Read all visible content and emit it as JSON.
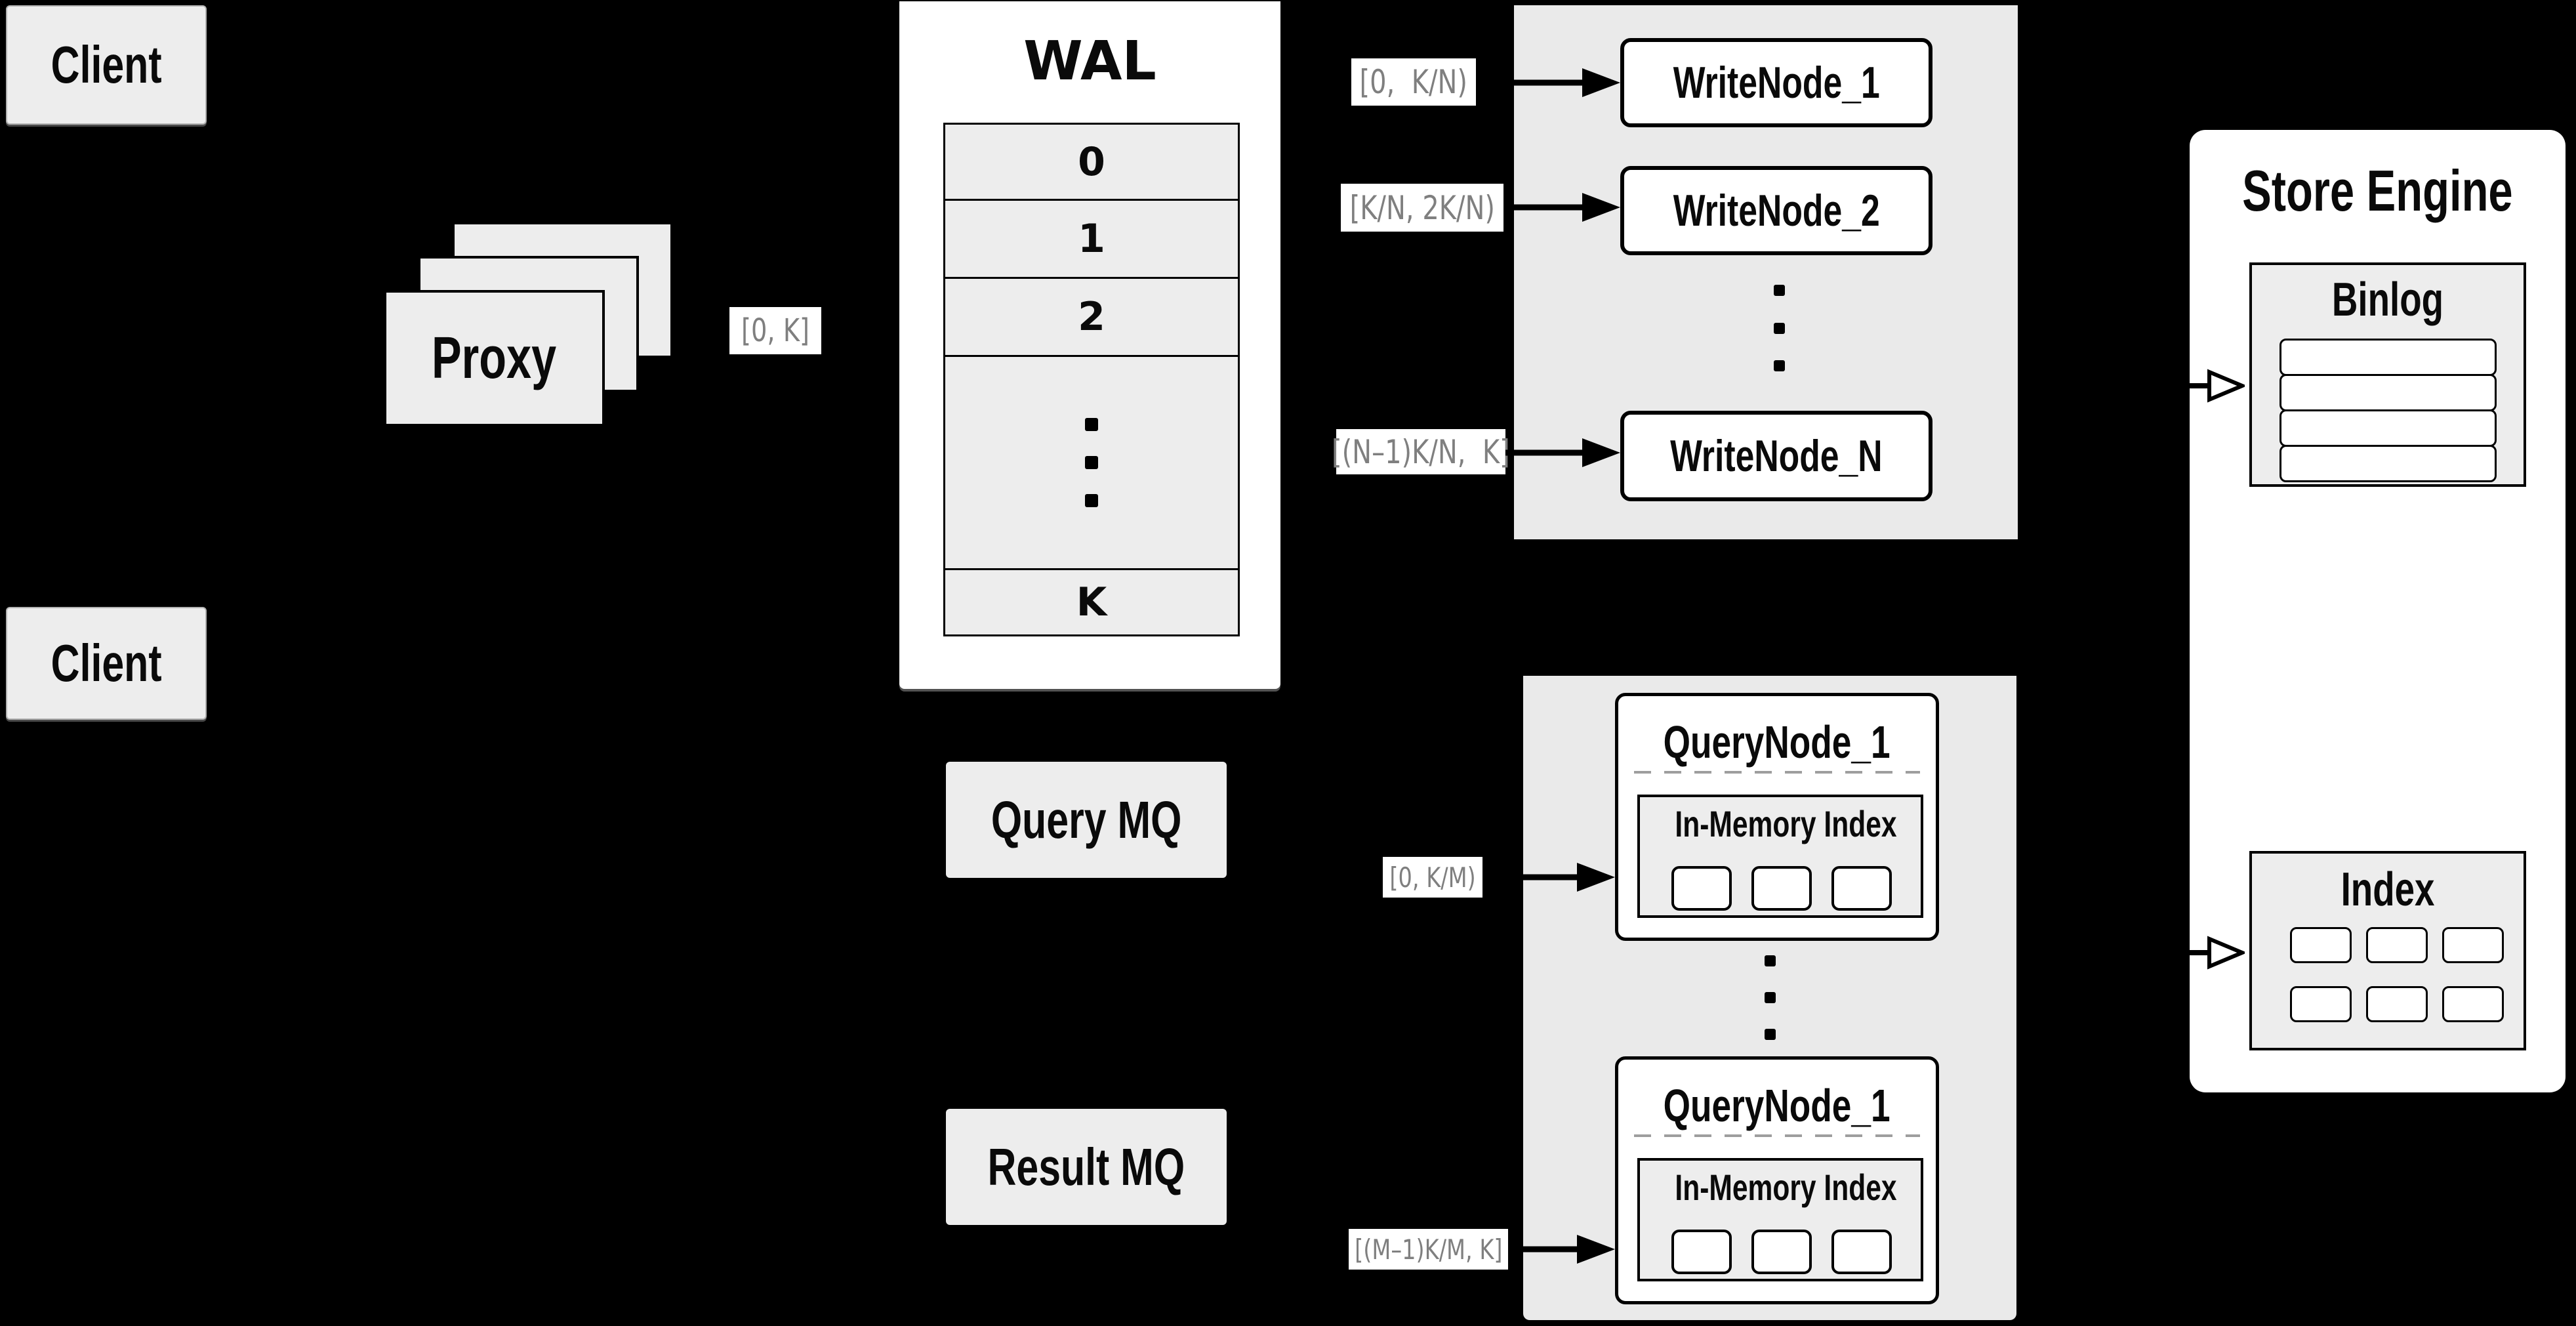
{
  "colors": {
    "background": "#000000",
    "panel_gray": "#eaeaea",
    "box_gray": "#ededed",
    "node_fill": "#ffffff",
    "border": "#000000",
    "range_text_gray": "#7f7f7f"
  },
  "clients": {
    "top": "Client",
    "bottom": "Client"
  },
  "proxy": {
    "label": "Proxy"
  },
  "ranges": {
    "proxy_out": "[0, K]",
    "write_1": "[0,  K/N)",
    "write_2": "[K/N, 2K/N)",
    "write_n": "[(N–1)K/N,  K]",
    "query_first": "[0, K/M)",
    "query_last": "[(M–1)K/M, K]"
  },
  "wal": {
    "title": "WAL",
    "segments": [
      "0",
      "1",
      "2"
    ],
    "last_segment": "K"
  },
  "write_cluster": {
    "node_1": "WriteNode_1",
    "node_2": "WriteNode_2",
    "node_n": "WriteNode_N"
  },
  "mq": {
    "query": "Query MQ",
    "result": "Result MQ"
  },
  "query_cluster": {
    "node_top": {
      "title": "QueryNode_1",
      "inner_title": "In-Memory Index"
    },
    "node_bottom": {
      "title": "QueryNode_1",
      "inner_title": "In-Memory Index"
    }
  },
  "store_engine": {
    "title": "Store Engine",
    "binlog": "Binlog",
    "index": "Index"
  }
}
